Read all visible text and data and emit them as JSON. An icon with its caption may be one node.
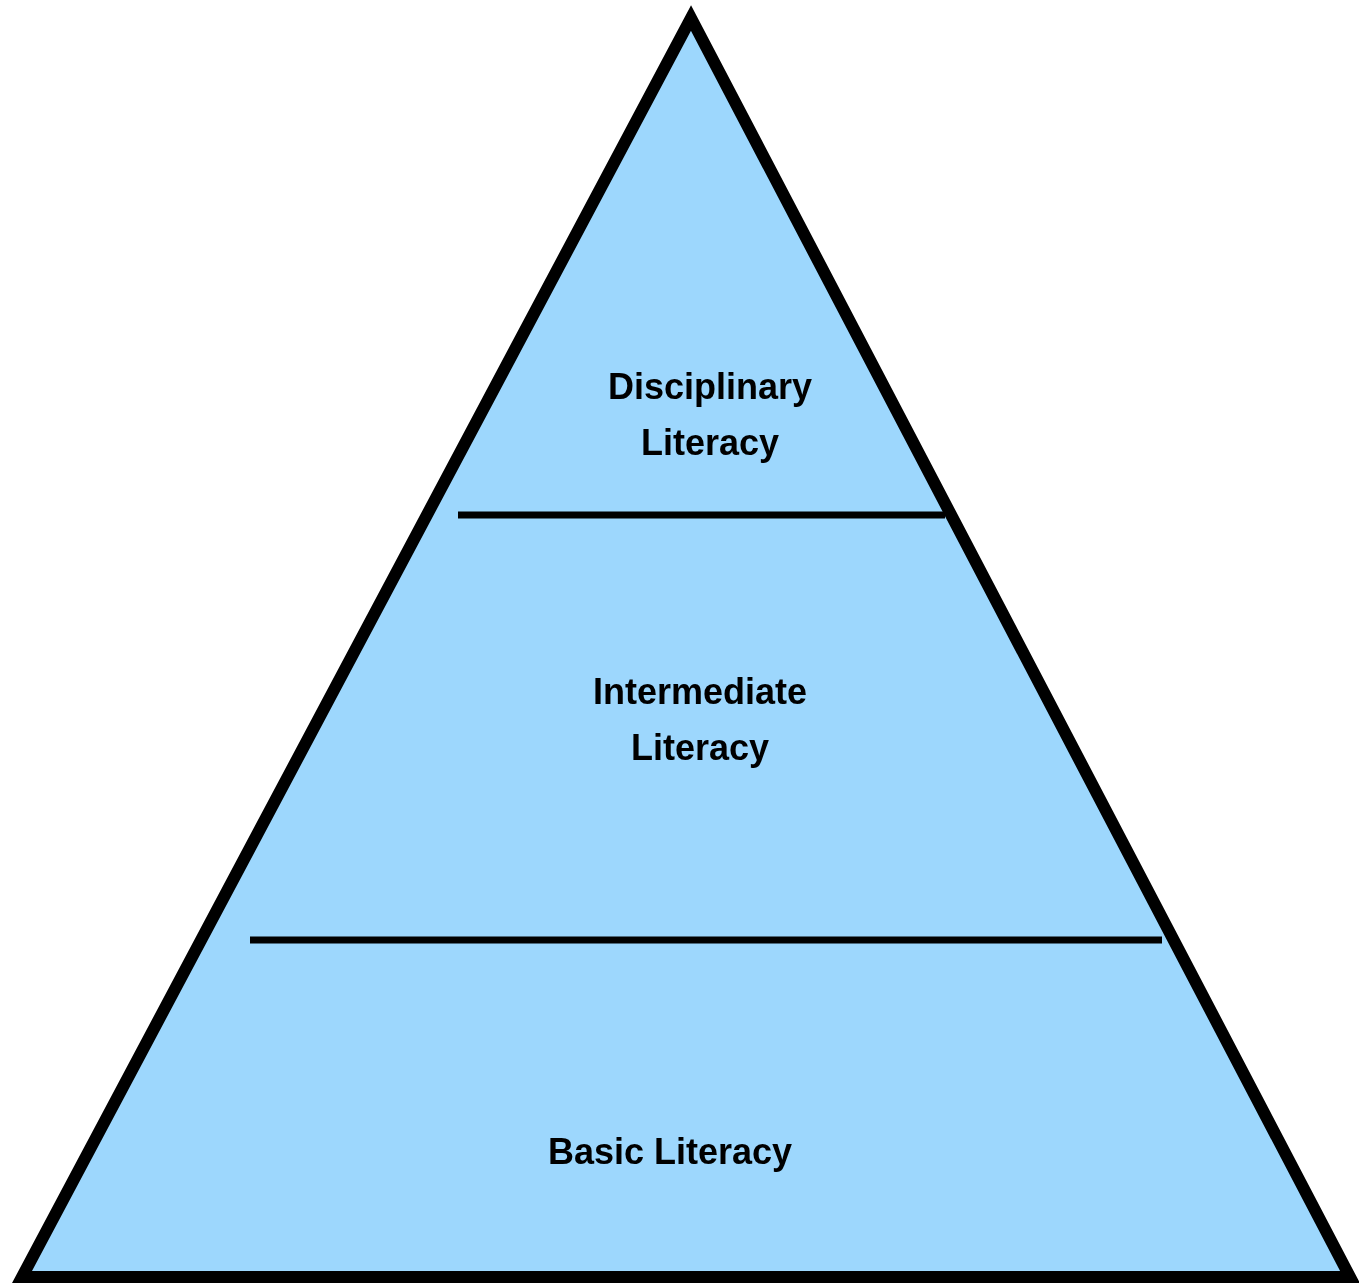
{
  "diagram": {
    "nodes": [
      {
        "text": [
          "Disciplinary Literacy"
        ]
      },
      {
        "text": [
          "Intermediate Literacy"
        ]
      },
      {
        "text": [
          "Basic Literacy"
        ]
      }
    ]
  }
}
